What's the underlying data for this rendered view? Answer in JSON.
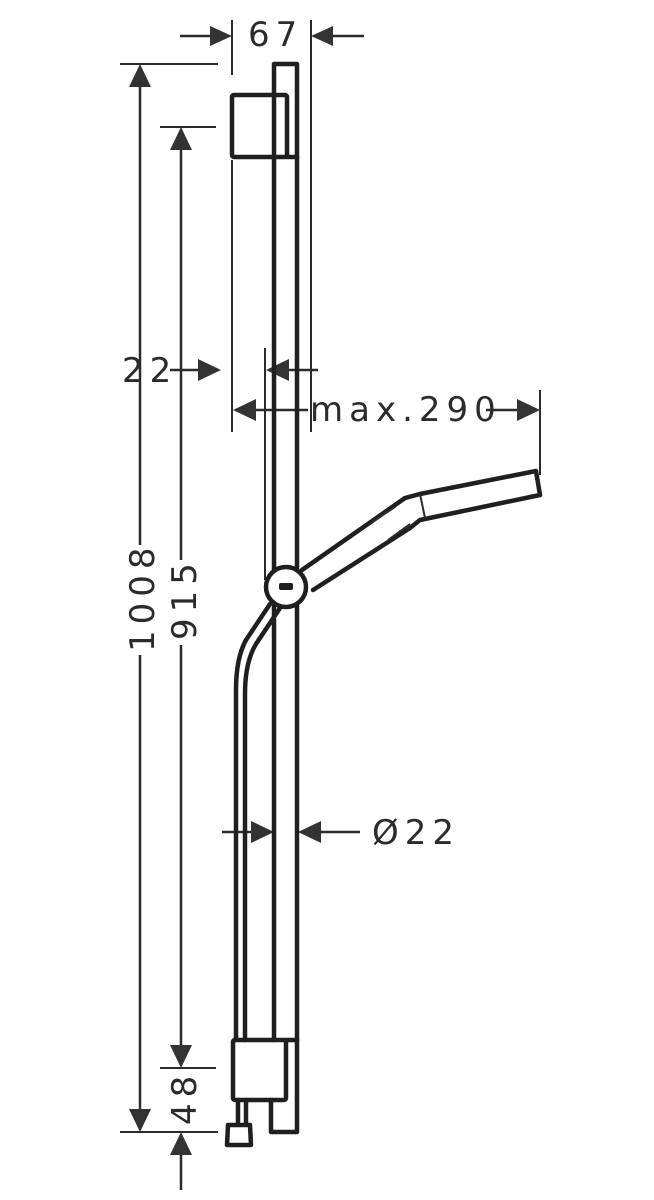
{
  "drawing": {
    "title": "Shower rail set technical drawing",
    "line_color": "#1f1f1f",
    "background": "#ffffff"
  },
  "dimensions": {
    "width_top": "67",
    "overall_height": "1008",
    "bracket_spacing": "915",
    "offset_top": "22",
    "max_reach": "max.290",
    "rail_diameter": "Ø22",
    "bottom_offset": "48"
  }
}
